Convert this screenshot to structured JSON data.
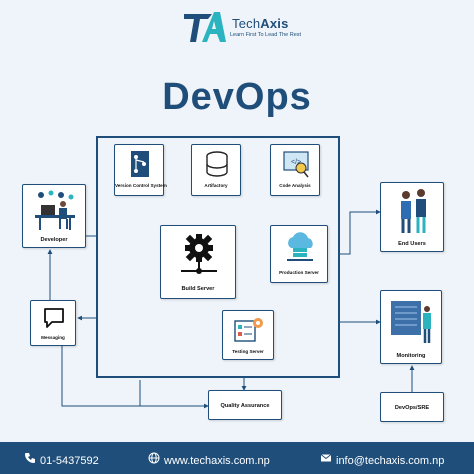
{
  "brand": {
    "name_part1": "Tech",
    "name_part2": "Axis",
    "tagline": "Learn First To Lead The Rest"
  },
  "title": "DevOps",
  "nodes": {
    "vcs": "Version Control System",
    "artifactory": "Artifactory",
    "code_analysis": "Code Analysis",
    "developer": "Developer",
    "build_server": "Build Server",
    "production_server": "Production Server",
    "end_users": "End Users",
    "messaging": "Messaging",
    "testing_server": "Testing Server",
    "monitoring": "Monitoring",
    "quality_assurance": "Quality Assurance",
    "devops_sre": "DevOps/SRE"
  },
  "footer": {
    "phone": "01-5437592",
    "website": "www.techaxis.com.np",
    "email": "info@techaxis.com.np"
  },
  "colors": {
    "primary": "#1f4e7a",
    "background": "#eef4f9"
  }
}
